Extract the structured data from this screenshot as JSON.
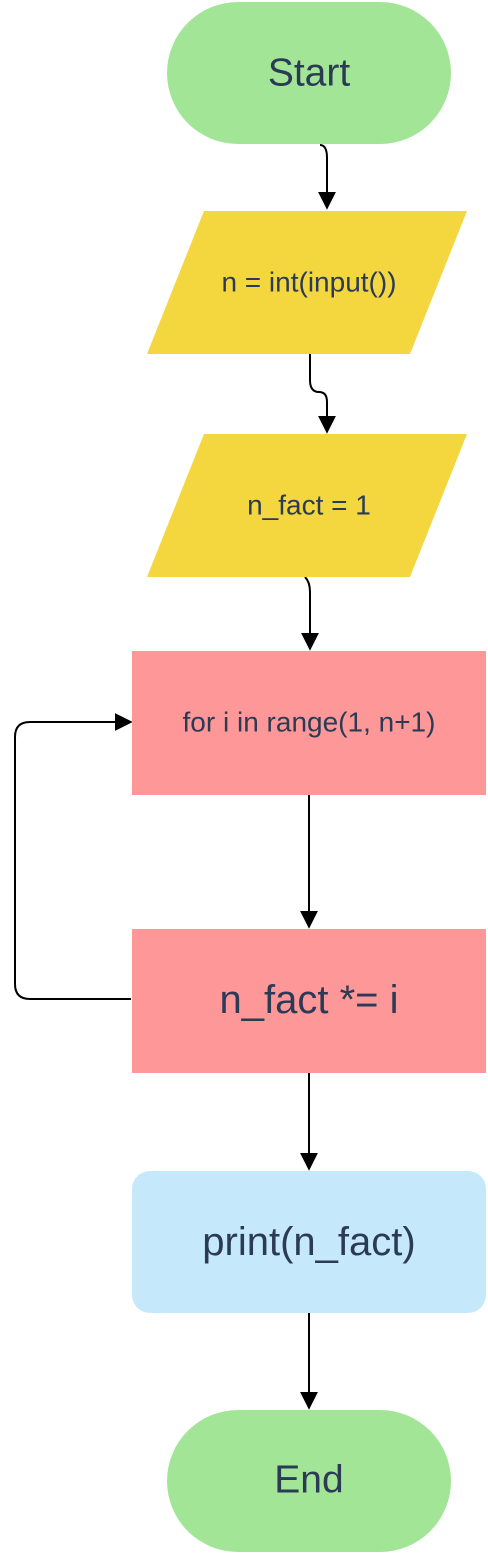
{
  "colors": {
    "terminal": "#a3e596",
    "io": "#f4d73f",
    "process": "#fe9898",
    "output": "#c5e9fb",
    "text": "#2b3a55",
    "arrow": "#000000"
  },
  "nodes": {
    "start": {
      "label": "Start"
    },
    "read_n": {
      "label": "n = int(input())"
    },
    "init_fact": {
      "label": "n_fact = 1"
    },
    "loop": {
      "label": "for i in range(1, n+1)"
    },
    "multiply": {
      "label": "n_fact *= i"
    },
    "print": {
      "label": "print(n_fact)"
    },
    "end": {
      "label": "End"
    }
  },
  "edges": [
    {
      "from": "start",
      "to": "read_n"
    },
    {
      "from": "read_n",
      "to": "init_fact"
    },
    {
      "from": "init_fact",
      "to": "loop"
    },
    {
      "from": "loop",
      "to": "multiply"
    },
    {
      "from": "multiply",
      "to": "loop"
    },
    {
      "from": "multiply",
      "to": "print"
    },
    {
      "from": "print",
      "to": "end"
    }
  ]
}
